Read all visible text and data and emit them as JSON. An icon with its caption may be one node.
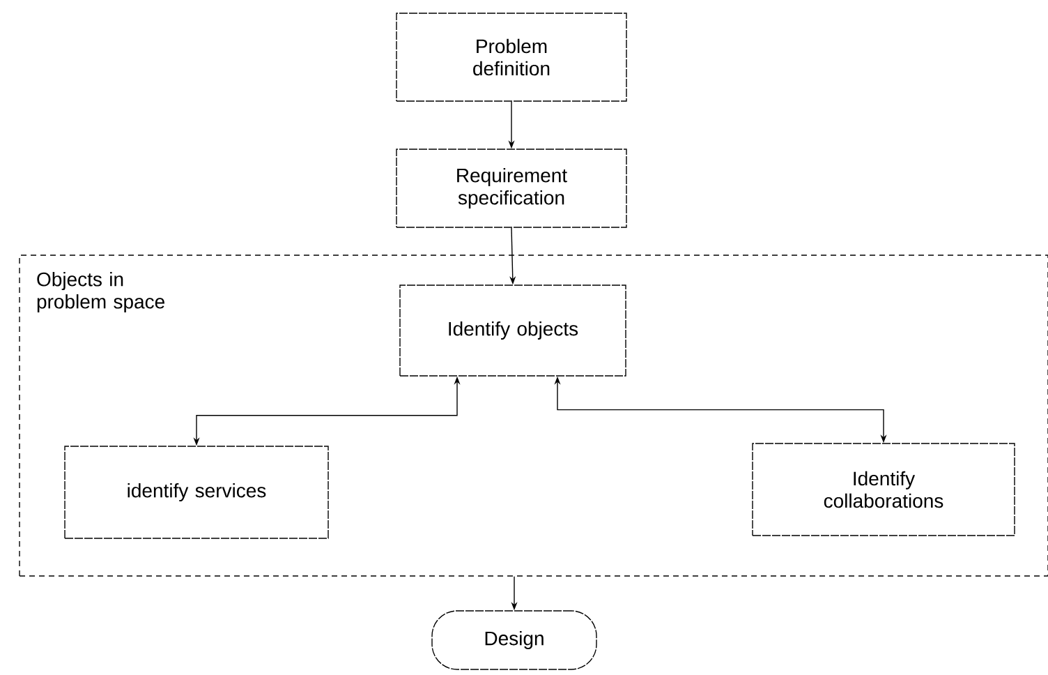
{
  "diagram": {
    "nodes": [
      {
        "text": [
          "Problem definition"
        ]
      },
      {
        "text": [
          "Requirement specification"
        ]
      },
      {
        "text": [
          "Objects in problem space"
        ]
      },
      {
        "text": [
          "Identify objects"
        ],
        "in": 2
      },
      {
        "text": [
          "identify services"
        ],
        "in": 2
      },
      {
        "text": [
          "Identify collaborations"
        ],
        "in": 2
      },
      {
        "text": [
          "Design"
        ]
      }
    ],
    "edges": [
      {
        "from": 0,
        "to": 1,
        "arrow": "to"
      },
      {
        "from": 1,
        "to": 3,
        "arrow": "to"
      },
      {
        "from": 3,
        "to": 4,
        "arrow": "both"
      },
      {
        "from": 3,
        "to": 5,
        "arrow": "both"
      },
      {
        "from": 2,
        "to": 6,
        "arrow": "to"
      }
    ]
  }
}
